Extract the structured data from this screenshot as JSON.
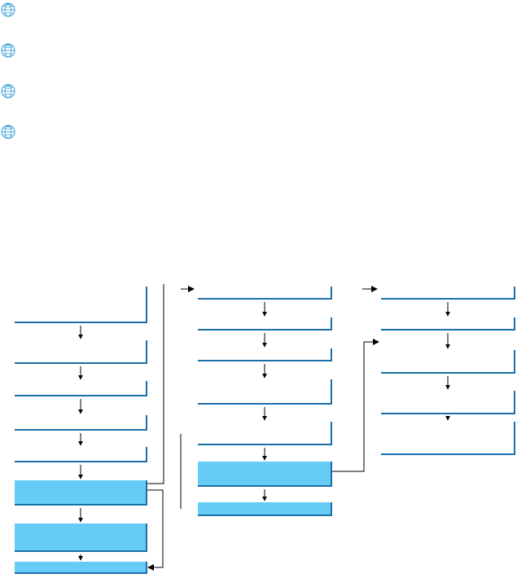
{
  "icons": [
    {
      "name": "bullet-icon-1",
      "kind": "globe-bullet"
    },
    {
      "name": "bullet-icon-2",
      "kind": "globe-bullet"
    },
    {
      "name": "bullet-icon-3",
      "kind": "globe-bullet"
    },
    {
      "name": "bullet-icon-4",
      "kind": "globe-bullet"
    }
  ],
  "colors": {
    "highlight_fill": "#66ccf5",
    "box_shadow": "#1b6fa8",
    "line": "#000000",
    "icon_blue": "#4aa8d8"
  },
  "diagram": {
    "type": "flowchart",
    "columns": 3,
    "boxes_per_column": [
      8,
      7,
      5
    ],
    "highlighted_boxes": [
      "col1-box6",
      "col1-box8",
      "col2-box6",
      "col2-box7"
    ]
  }
}
